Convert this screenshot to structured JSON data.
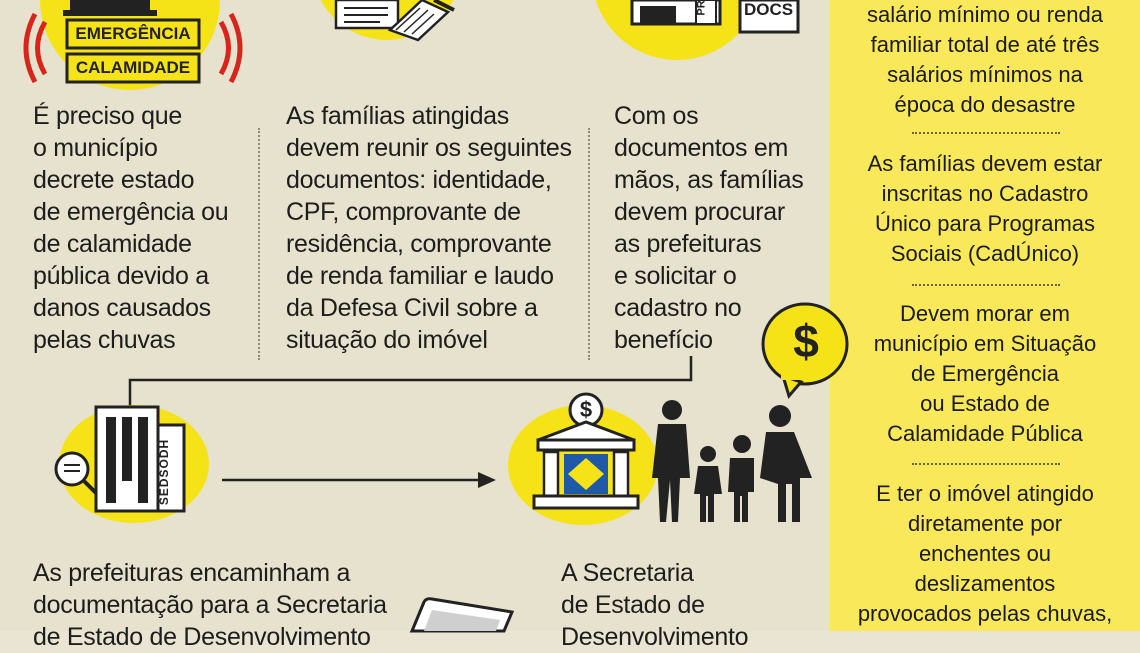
{
  "badges": {
    "emergencia": "EMERGÊNCIA",
    "calamidade": "CALAMIDADE"
  },
  "labels": {
    "docs": "DOCS",
    "pr": "PR",
    "sedsodh": "SEDSODH"
  },
  "steps": {
    "s1": [
      "É preciso que",
      "o município",
      "decrete estado",
      "de emergência ou",
      "de calamidade",
      "pública devido a",
      "danos causados",
      "pelas chuvas"
    ],
    "s2": [
      "As famílias atingidas",
      "devem reunir os seguintes",
      "documentos: identidade,",
      "CPF, comprovante de",
      "residência, comprovante",
      "de renda familiar e laudo",
      "da Defesa Civil sobre a",
      "situação do imóvel"
    ],
    "s3": [
      "Com os",
      "documentos em",
      "mãos, as famílias",
      "devem procurar",
      "as prefeituras",
      "e solicitar o",
      "cadastro no",
      "benefício"
    ],
    "s4": [
      "As prefeituras encaminham a",
      "documentação para a Secretaria",
      "de Estado de Desenvolvimento"
    ],
    "s5": [
      "A Secretaria",
      "de Estado de",
      "Desenvolvimento"
    ]
  },
  "sidebar": {
    "b1": [
      "salário mínimo ou renda",
      "familiar total de até três",
      "salários mínimos na",
      "época do desastre"
    ],
    "b2": [
      "As famílias devem estar",
      "inscritas no Cadastro",
      "Único para Programas",
      "Sociais (CadÚnico)"
    ],
    "b3": [
      "Devem morar em",
      "município em Situação",
      "de Emergência",
      "ou Estado de",
      "Calamidade Pública"
    ],
    "b4": [
      "E ter o imóvel atingido",
      "diretamente por",
      "enchentes ou",
      "deslizamentos",
      "provocados pelas chuvas,"
    ]
  },
  "icons": {
    "siren": "siren-icon",
    "documents": "documents-icon",
    "building": "city-hall-icon",
    "bank": "bank-icon",
    "money": "dollar-icon",
    "family": "family-icon",
    "magnifier": "magnifier-icon",
    "arrow": "arrow-right-icon"
  },
  "colors": {
    "yellow": "#f5e318",
    "sidebar": "#f9e95a",
    "background": "#e6e2cd",
    "red": "#d8251c"
  }
}
